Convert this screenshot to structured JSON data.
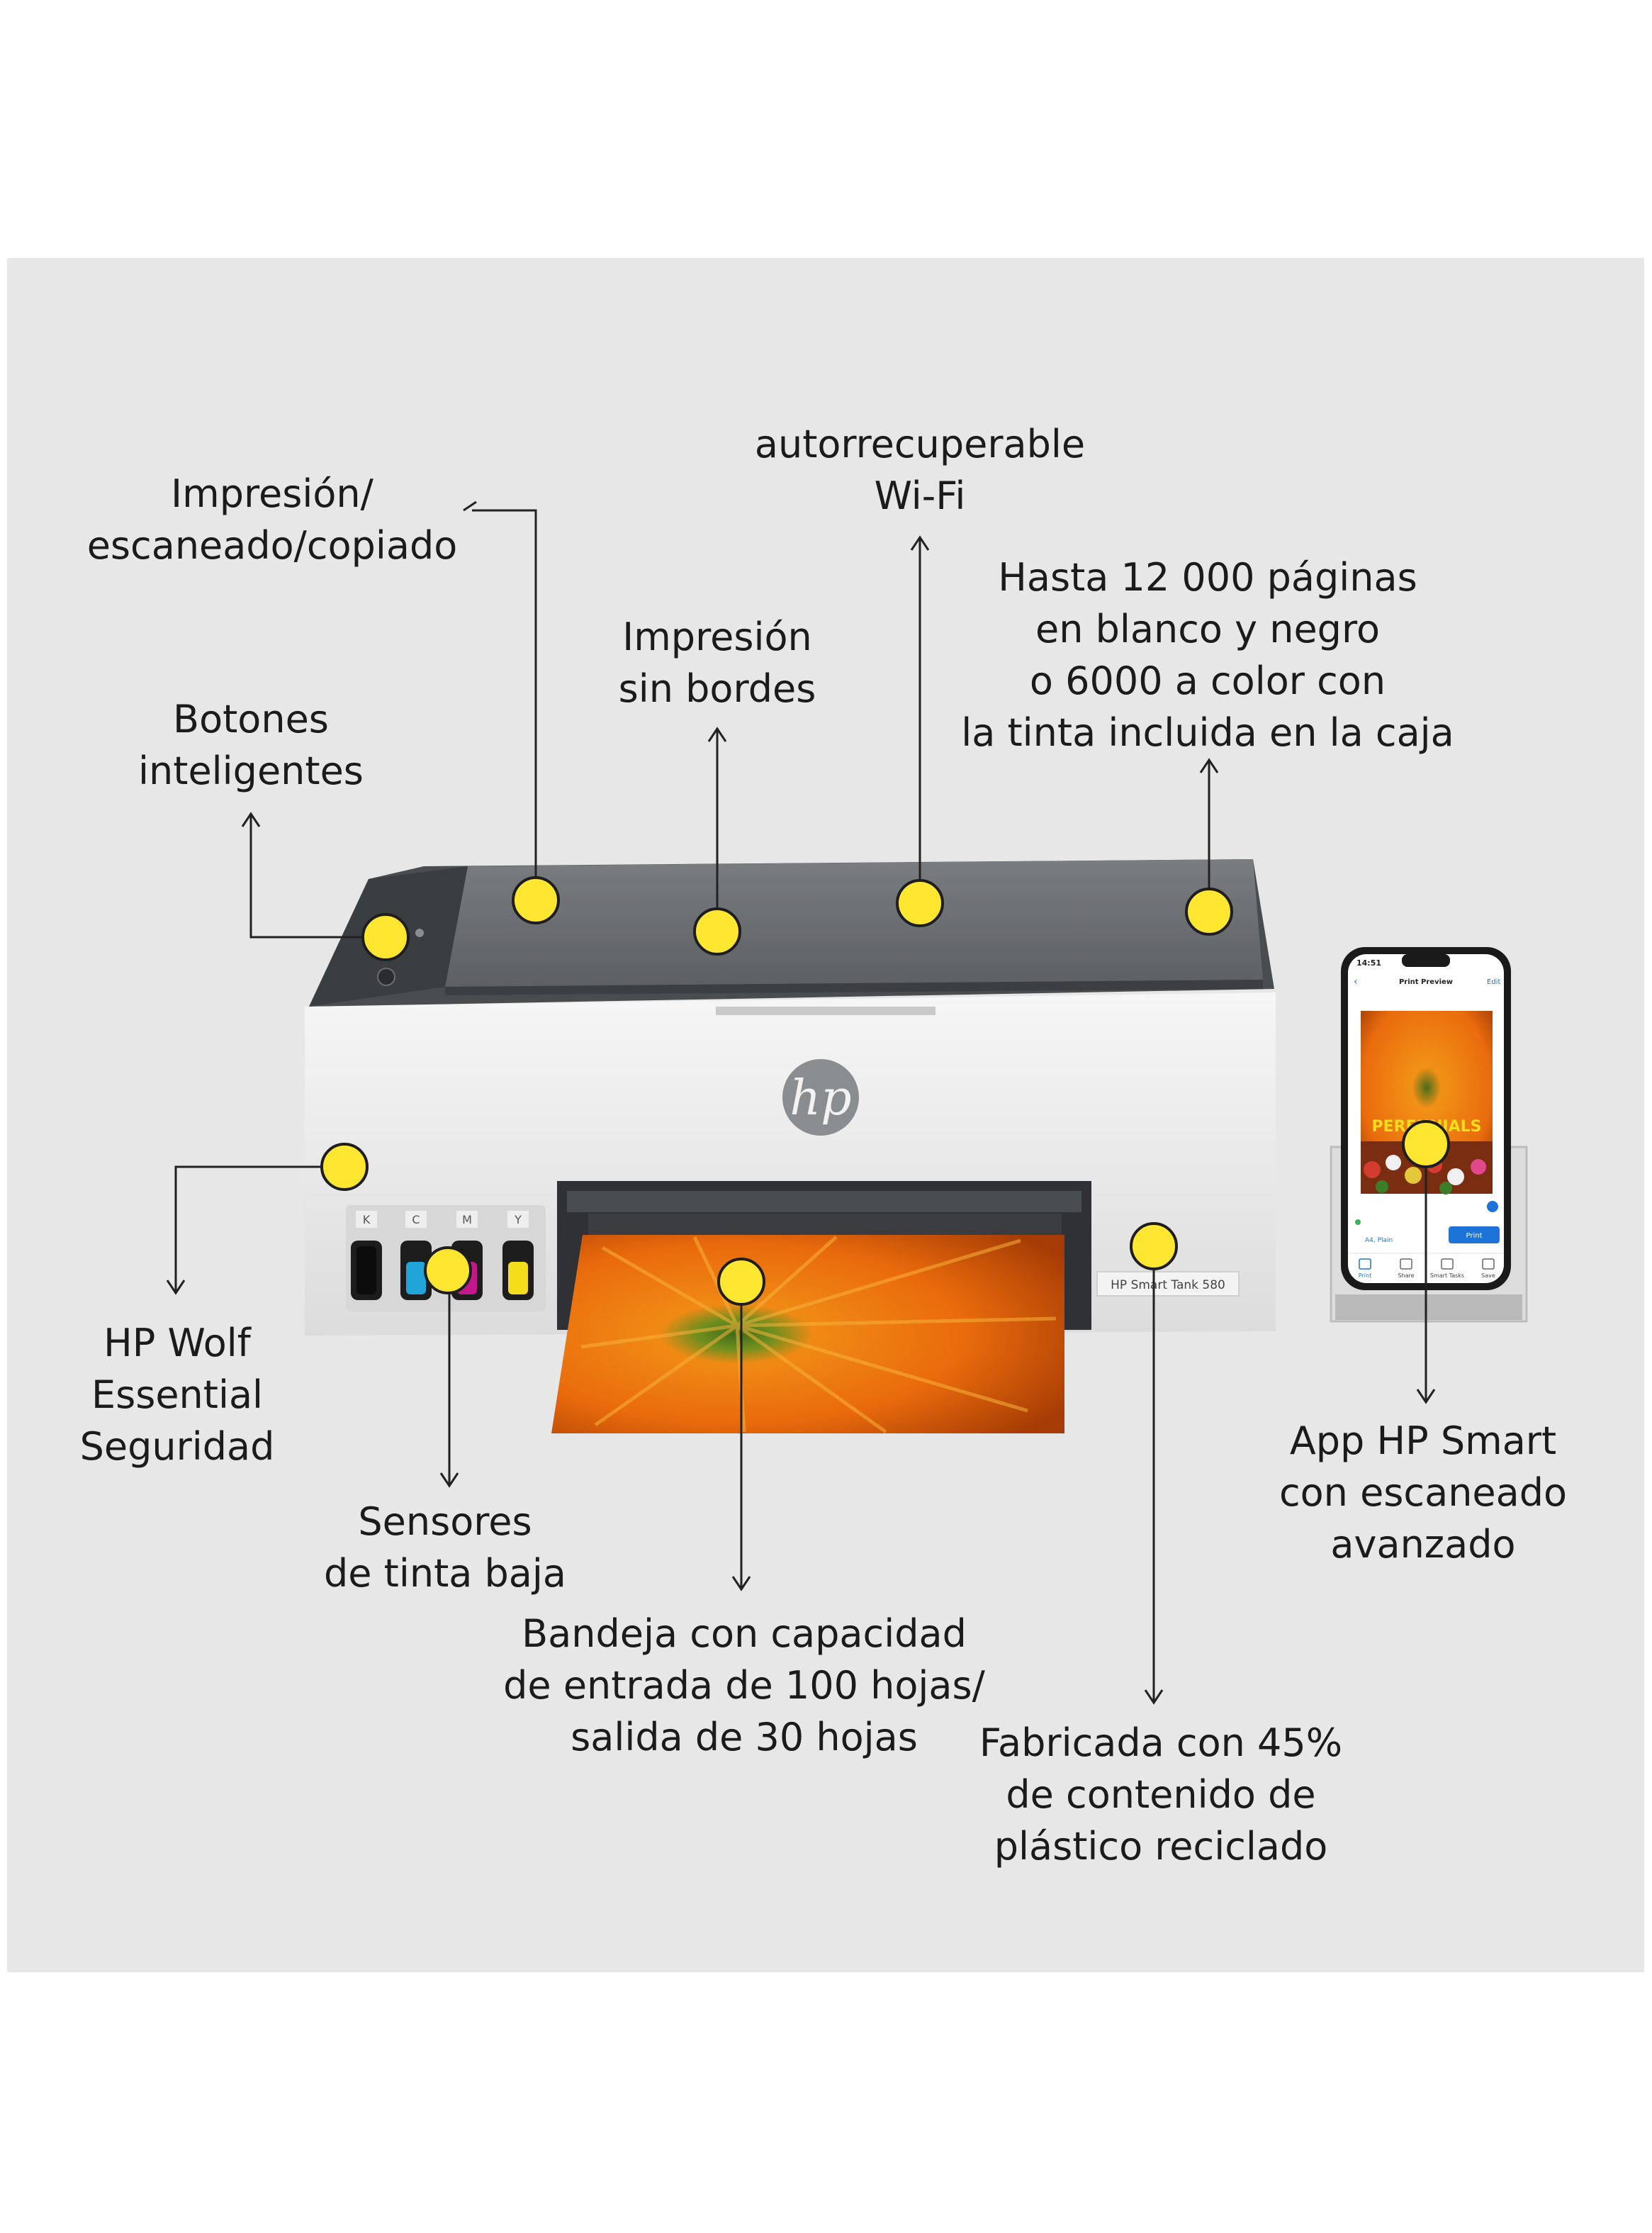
{
  "labels": {
    "print_scan_copy": [
      "Impresión/",
      "escaneado/copiado"
    ],
    "wifi": [
      "autorrecuperable",
      "Wi-Fi"
    ],
    "borderless": [
      "Impresión",
      "sin bordes"
    ],
    "pages": [
      "Hasta 12 000 páginas",
      "en blanco y negro",
      "o 6000 a color con",
      "la tinta incluida en la caja"
    ],
    "smart_buttons": [
      "Botones",
      "inteligentes"
    ],
    "wolf_security": [
      "HP Wolf",
      "Essential",
      "Seguridad"
    ],
    "ink_sensors": [
      "Sensores",
      "de tinta baja"
    ],
    "tray": [
      "Bandeja con capacidad",
      "de entrada de 100 hojas/",
      "salida de 30 hojas"
    ],
    "app": [
      "App HP Smart",
      "con escaneado",
      "avanzado"
    ],
    "recycled": [
      "Fabricada con 45%",
      "de contenido de",
      "plástico reciclado"
    ]
  },
  "printer": {
    "logo_text": "hp",
    "model_label": "HP Smart Tank 580",
    "tank_letters": [
      "K",
      "C",
      "M",
      "Y"
    ]
  },
  "phone": {
    "time": "14:51",
    "screen_title": "Print Preview",
    "edit_label": "Edit",
    "paper_option": "A4, Plain",
    "print_button": "Print",
    "toolbar": [
      "Print",
      "Share",
      "Smart Tasks",
      "Save"
    ],
    "poster_text": "PERENNIALS"
  },
  "colors": {
    "panel_bg": "#e7e7e7",
    "hotspot": "#ffe631",
    "hotspot_border": "#1e1e1e",
    "text": "#1b1b1b",
    "ink_cyan": "#21a5d8",
    "ink_magenta": "#c2188b",
    "ink_yellow": "#f4dd1b"
  }
}
